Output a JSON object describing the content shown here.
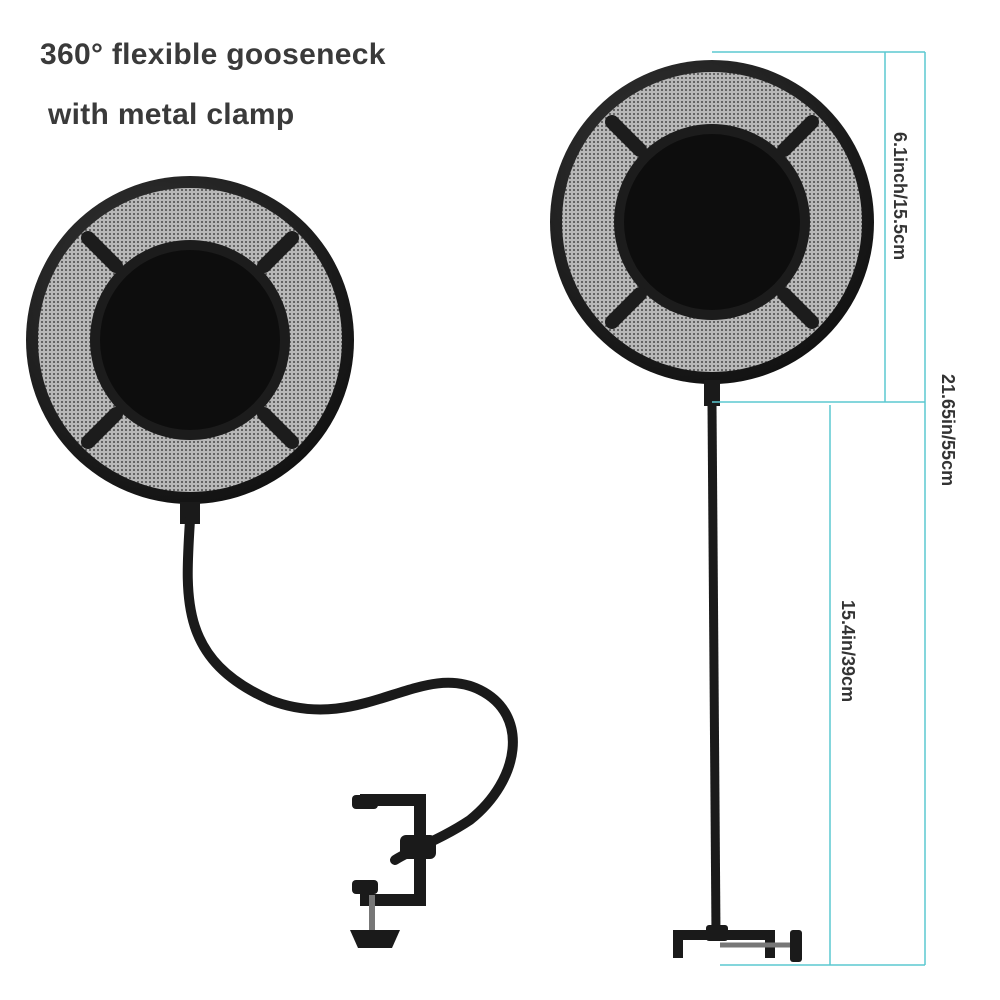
{
  "headline": {
    "line1": "360° flexible gooseneck",
    "line2": "with metal clamp"
  },
  "dimensions": {
    "head_diameter": "6.1inch/15.5cm",
    "total_height": "21.65in/55cm",
    "gooseneck_length": "15.4in/39cm"
  },
  "colors": {
    "dimension_line": "#5bc8d0",
    "product_body": "#1a1a1a",
    "mesh": "#8a8a8a",
    "headline_text": "#3a3a3a"
  }
}
